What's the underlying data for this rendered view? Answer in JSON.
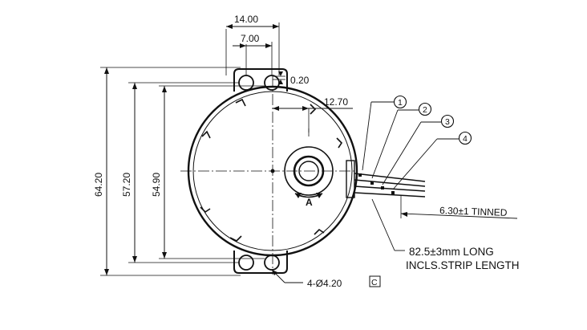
{
  "dimensions": {
    "tab_pitch": "14.00",
    "tab_half_pitch": "7.00",
    "tab_offset": "0.20",
    "shaft_offset": "12.70",
    "overall_height": "64.20",
    "hole_spacing": "57.20",
    "body_height": "54.90",
    "hole_spec": "4-Ø4.20"
  },
  "callouts": [
    "1",
    "2",
    "3",
    "4"
  ],
  "notes": {
    "tinned": "6.30±1 TINNED",
    "lead_length_line1": "82.5±3mm LONG",
    "lead_length_line2": "INCLS.STRIP LENGTH",
    "view_marker": "A",
    "box_marker": "C"
  }
}
